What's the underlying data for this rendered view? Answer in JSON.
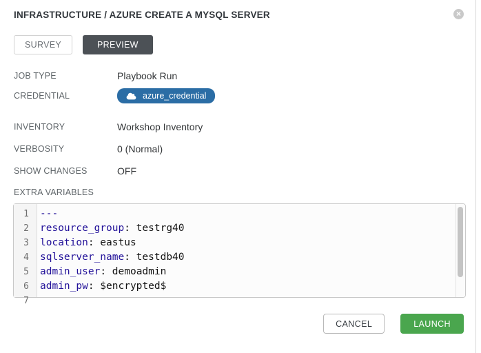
{
  "header": {
    "title": "INFRASTRUCTURE / AZURE CREATE A MYSQL SERVER",
    "close_glyph": "×"
  },
  "tabs": {
    "survey": "SURVEY",
    "preview": "PREVIEW",
    "active_tab": "PREVIEW"
  },
  "details": {
    "job_type": {
      "label": "JOB TYPE",
      "value": "Playbook Run"
    },
    "credential": {
      "label": "CREDENTIAL",
      "badge_label": "azure_credential",
      "badge_icon": "cloud-icon"
    },
    "inventory": {
      "label": "INVENTORY",
      "value": "Workshop Inventory"
    },
    "verbosity": {
      "label": "VERBOSITY",
      "value": "0 (Normal)"
    },
    "show_changes": {
      "label": "SHOW CHANGES",
      "value": "OFF"
    }
  },
  "extra_variables": {
    "label": "EXTRA VARIABLES",
    "language": "yaml",
    "lines": [
      {
        "num": "1",
        "key": "---",
        "rest": ""
      },
      {
        "num": "2",
        "key": "resource_group",
        "rest": ": testrg40"
      },
      {
        "num": "3",
        "key": "location",
        "rest": ": eastus"
      },
      {
        "num": "4",
        "key": "sqlserver_name",
        "rest": ": testdb40"
      },
      {
        "num": "5",
        "key": "admin_user",
        "rest": ": demoadmin"
      },
      {
        "num": "6",
        "key": "admin_pw",
        "rest": ": $encrypted$"
      },
      {
        "num": "7",
        "key": "",
        "rest": ""
      }
    ]
  },
  "footer": {
    "cancel": "CANCEL",
    "launch": "LAUNCH"
  },
  "colors": {
    "badge_blue": "#2b6da5",
    "tab_active_bg": "#4c5156",
    "launch_green": "#4aa64e",
    "code_key": "#221199",
    "label_gray": "#5f6569"
  }
}
